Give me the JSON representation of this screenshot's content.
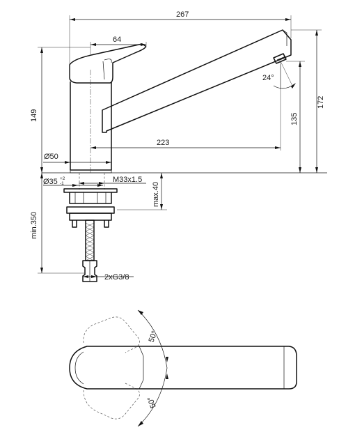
{
  "drawing": {
    "dimensions": {
      "total_length": "267",
      "handle_width": "64",
      "total_height": "172",
      "spout_height": "135",
      "body_height": "149",
      "spout_reach": "223",
      "body_diameter": "Ø50",
      "hole_diameter": "Ø35",
      "hole_tol_upper": "+2",
      "hole_tol_lower": "-1",
      "thread": "M33x1.5",
      "mount_thickness": "max.40",
      "hose_length": "min.350",
      "connection": "2xG3/8",
      "aerator_angle": "24°",
      "swivel_angle_top": "50°",
      "swivel_angle_bottom": "50°"
    }
  }
}
